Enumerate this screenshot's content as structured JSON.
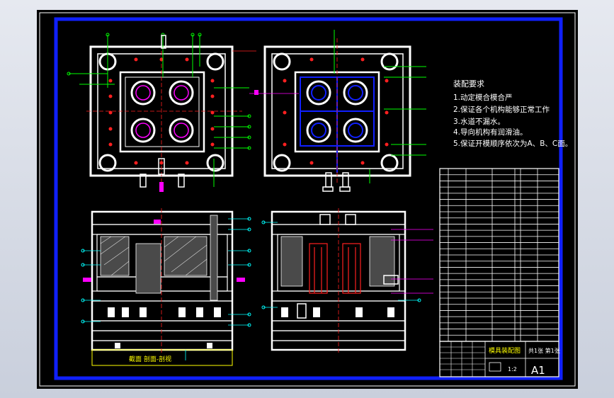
{
  "drawing": {
    "colors": {
      "background": "#000000",
      "frame_blue": "#1020ff",
      "line_white": "#ffffff",
      "accent_magenta": "#ff00ff",
      "accent_cyan": "#00ffff",
      "accent_green": "#00ff00",
      "accent_red": "#ff2020"
    },
    "requirements": {
      "title": "装配要求",
      "items": [
        "1.动定模合模合严",
        "2.保证各个机构能够正常工作",
        "3.水道不漏水。",
        "4.导向机构有润滑油。",
        "5.保证开模顺序依次为A、B、C面。"
      ]
    },
    "section_label": "截面 剖面-剖视",
    "title_block": {
      "drawing_name": "模具装配图",
      "scale": "1:2",
      "sheet_info": "共1张 第1张",
      "sheet_size": "A1"
    }
  }
}
